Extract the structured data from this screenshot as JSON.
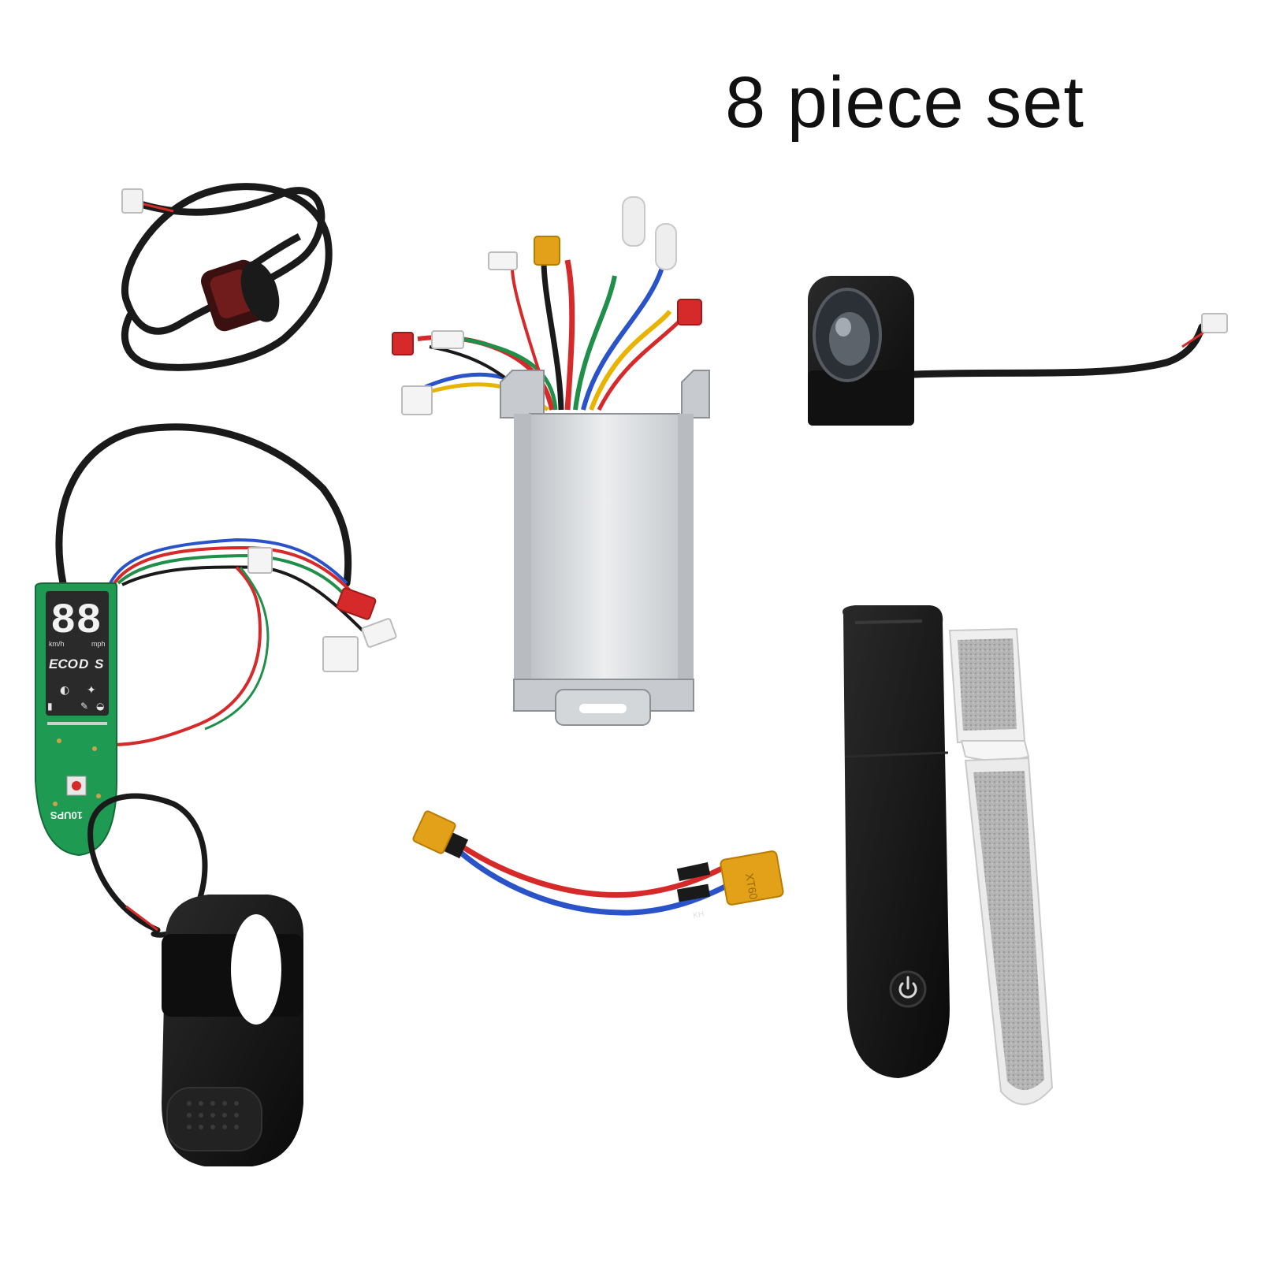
{
  "title": "8 piece set",
  "display": {
    "speed": "88",
    "unit_kmh": "km/h",
    "unit_mph": "mph",
    "modes": [
      "ECO",
      "D",
      "S"
    ],
    "board_mark": "10UPS"
  },
  "connector_mark": "XT60",
  "wire_mark": "KH",
  "colors": {
    "background": "#ffffff",
    "cable_black": "#1a1a1a",
    "wire_red": "#d62a2a",
    "wire_blue": "#2a52c9",
    "wire_green": "#1f8f4a",
    "wire_yellow": "#e8b400",
    "xt_connector": "#e3a11a",
    "aluminum": "#d9dcdf",
    "pcb_green": "#1f9a52",
    "plastic_black": "#141414",
    "sticker_grey": "#a9a9a9"
  }
}
